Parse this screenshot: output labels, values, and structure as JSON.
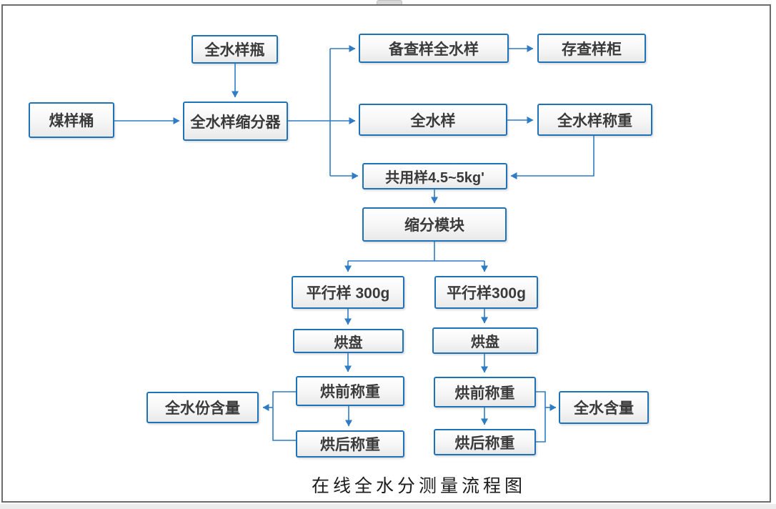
{
  "diagram": {
    "caption": "在线全水分测量流程图",
    "nodes": {
      "coal_sample_bucket": "煤样桶",
      "full_water_sample_bottle": "全水样瓶",
      "full_water_sample_divider": "全水样缩分器",
      "backup_full_water_sample": "备查样全水样",
      "storage_sample_cabinet": "存查样柜",
      "full_water_sample": "全水样",
      "full_water_sample_weighing": "全水样称重",
      "shared_sample": "共用样4.5~5kg'",
      "division_module": "缩分模块",
      "parallel_sample_left": "平行样 300g",
      "parallel_sample_right": "平行样300g",
      "drying_pan_left": "烘盘",
      "drying_pan_right": "烘盘",
      "pre_drying_weighing_left": "烘前称重",
      "pre_drying_weighing_right": "烘前称重",
      "post_drying_weighing_left": "烘后称重",
      "post_drying_weighing_right": "烘后称重",
      "total_moisture_content": "全水份含量",
      "total_water_content": "全水含量"
    },
    "colors": {
      "box_border": "#1f72b8",
      "connector": "#2e7cc3",
      "box_fill_top": "#ffffff",
      "box_fill_bottom": "#e9e9e9",
      "box_text": "#3a3a3a",
      "frame_border": "#6c6c6c",
      "bottom_strip": "#ececec"
    }
  }
}
